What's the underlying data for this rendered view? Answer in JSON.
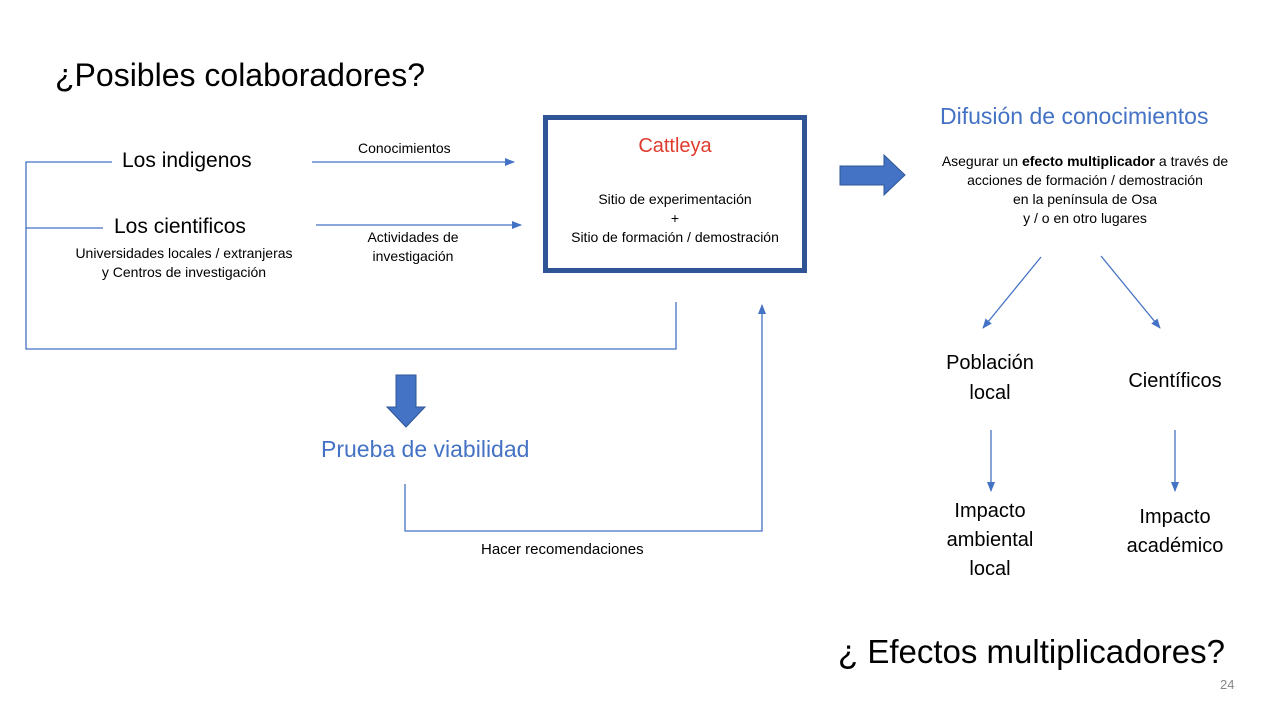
{
  "title": "¿Posibles colaboradores?",
  "bottom_title": "¿ Efectos multiplicadores?",
  "page_number": "24",
  "colors": {
    "accent_blue": "#4472C4",
    "box_border": "#2F5597",
    "cattleya_red": "#E03C2E",
    "arrow_fill": "#4472C4"
  },
  "left": {
    "indigenous": "Los indigenos",
    "scientists": "Los cientificos",
    "scientists_sub": [
      "Universidades locales / extranjeras",
      "y Centros de investigación"
    ],
    "knowledge_label": "Conocimientos",
    "research_label": [
      "Actividades de",
      "investigación"
    ]
  },
  "cattleya": {
    "title": "Cattleya",
    "lines": [
      "Sitio de experimentación",
      "+",
      "Sitio de formación / demostración"
    ]
  },
  "diffusion": {
    "title": "Difusión de conocimientos",
    "desc_prefix": "Asegurar un ",
    "desc_bold": "efecto multiplicador",
    "desc_suffix": " a través de",
    "desc_lines": [
      "acciones de formación / demostración",
      "en la península de Osa",
      "y / o en otro lugares"
    ]
  },
  "targets": {
    "population": [
      "Población",
      "local"
    ],
    "scientists": "Científicos",
    "impact_env": [
      "Impacto",
      "ambiental",
      "local"
    ],
    "impact_acad": [
      "Impacto",
      "académico"
    ]
  },
  "viability": "Prueba de viabilidad",
  "recommend_label": "Hacer recomendaciones"
}
